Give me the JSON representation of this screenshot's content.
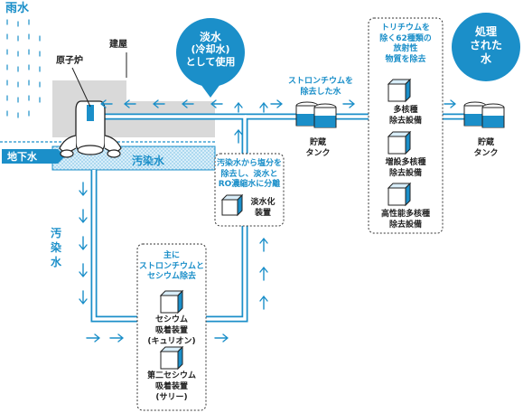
{
  "labels": {
    "rain": "雨水",
    "groundwater": "地下水",
    "reactor": "原子炉",
    "building": "建屋",
    "contaminated_water_basement": "汚染水",
    "contaminated_water_flow": "汚染水",
    "fresh_water_bubble": [
      "淡水",
      "(冷却水)",
      "として使用"
    ],
    "treated_water_bubble": [
      "処理",
      "された",
      "水"
    ],
    "strontium_removed_water": [
      "ストロンチウムを",
      "除去した水"
    ],
    "storage_tank_1": [
      "貯蔵",
      "タンク"
    ],
    "storage_tank_2": [
      "貯蔵",
      "タンク"
    ]
  },
  "panels": {
    "desalination": {
      "title": [
        "汚染水から塩分を",
        "除去し、淡水と",
        "RO濃縮水に分離"
      ],
      "device": [
        "淡水化",
        "装置"
      ]
    },
    "cesium": {
      "title": [
        "主に",
        "ストロンチウムと",
        "セシウム除去"
      ],
      "device1": [
        "セシウム",
        "吸着装置",
        "(キュリオン)"
      ],
      "device2": [
        "第二セシウム",
        "吸着装置",
        "(サリー)"
      ]
    },
    "tritium": {
      "title": [
        "トリチウムを",
        "除く62種類の",
        "放射性",
        "物質を除去"
      ],
      "device1": [
        "多核種",
        "除去設備"
      ],
      "device2": [
        "増設多核種",
        "除去設備"
      ],
      "device3": [
        "高性能多核種",
        "除去設備"
      ]
    }
  },
  "colors": {
    "water": "#1b8fc9",
    "water_light": "#cfe9f7",
    "building": "#d7d7d7",
    "outline": "#222222"
  }
}
